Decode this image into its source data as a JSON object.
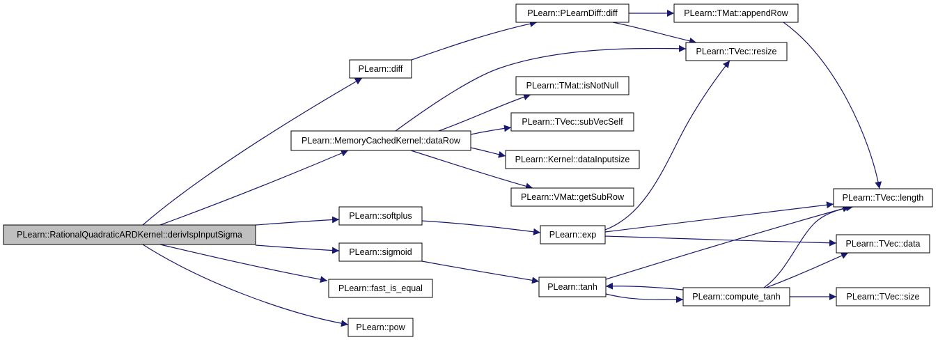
{
  "colors": {
    "edge": "#191970",
    "root_fill": "#bfbfbf",
    "node_fill": "#ffffff",
    "border": "#000000"
  },
  "nodes": {
    "root": "PLearn::RationalQuadraticARDKernel::derivIspInputSigma",
    "diff": "PLearn::diff",
    "plearndiff": "PLearn::PLearnDiff::diff",
    "appendrow": "PLearn::TMat::appendRow",
    "resize": "PLearn::TVec::resize",
    "isnotnull": "PLearn::TMat::isNotNull",
    "datarow": "PLearn::MemoryCachedKernel::dataRow",
    "subvecself": "PLearn::TVec::subVecSelf",
    "datainputsize": "PLearn::Kernel::dataInputsize",
    "getsubrow": "PLearn::VMat::getSubRow",
    "softplus": "PLearn::softplus",
    "exp": "PLearn::exp",
    "length": "PLearn::TVec::length",
    "data": "PLearn::TVec::data",
    "sigmoid": "PLearn::sigmoid",
    "tanh": "PLearn::tanh",
    "fastisequal": "PLearn::fast_is_equal",
    "computetanh": "PLearn::compute_tanh",
    "size": "PLearn::TVec::size",
    "pow": "PLearn::pow"
  },
  "edges": [
    [
      "root",
      "diff"
    ],
    [
      "root",
      "datarow"
    ],
    [
      "root",
      "softplus"
    ],
    [
      "root",
      "sigmoid"
    ],
    [
      "root",
      "fastisequal"
    ],
    [
      "root",
      "pow"
    ],
    [
      "diff",
      "plearndiff"
    ],
    [
      "plearndiff",
      "appendrow"
    ],
    [
      "plearndiff",
      "resize"
    ],
    [
      "appendrow",
      "length"
    ],
    [
      "datarow",
      "resize"
    ],
    [
      "datarow",
      "isnotnull"
    ],
    [
      "datarow",
      "subvecself"
    ],
    [
      "datarow",
      "datainputsize"
    ],
    [
      "datarow",
      "getsubrow"
    ],
    [
      "softplus",
      "exp"
    ],
    [
      "exp",
      "resize"
    ],
    [
      "exp",
      "length"
    ],
    [
      "exp",
      "data"
    ],
    [
      "sigmoid",
      "tanh"
    ],
    [
      "tanh",
      "length"
    ],
    [
      "tanh",
      "computetanh"
    ],
    [
      "computetanh",
      "tanh"
    ],
    [
      "computetanh",
      "length"
    ],
    [
      "computetanh",
      "data"
    ],
    [
      "computetanh",
      "size"
    ]
  ]
}
